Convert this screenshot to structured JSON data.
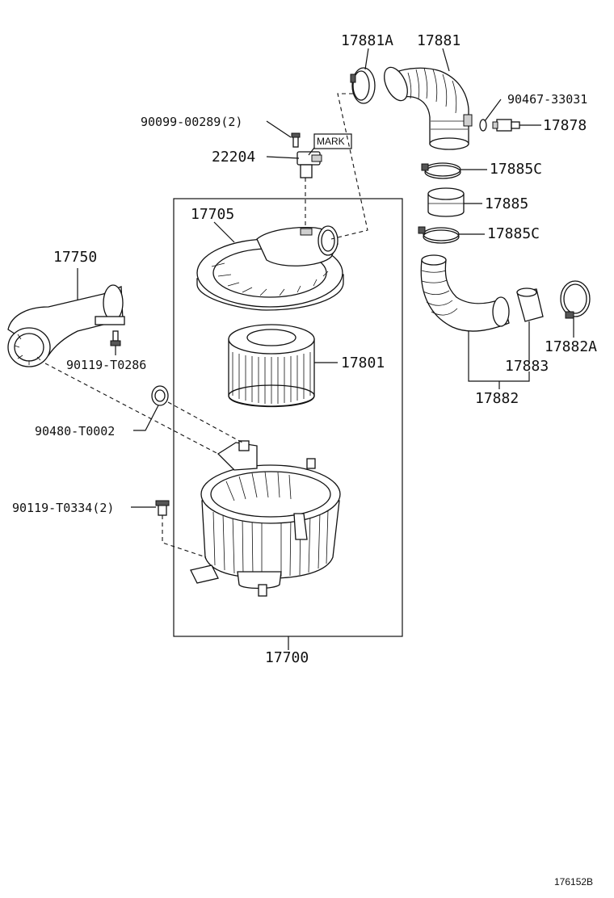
{
  "diagram": {
    "labels": {
      "p17881A": "17881A",
      "p17881": "17881",
      "p90467": "90467-33031",
      "p17878": "17878",
      "p90099": "90099-00289(2)",
      "p22204": "22204",
      "mark": "MARK",
      "p17885C_top": "17885C",
      "p17885": "17885",
      "p17885C_bottom": "17885C",
      "p17705": "17705",
      "p17750": "17750",
      "p90119_t0286": "90119-T0286",
      "p17801": "17801",
      "p17882A": "17882A",
      "p17883": "17883",
      "p17882": "17882",
      "p90480": "90480-T0002",
      "p90119_t0334": "90119-T0334(2)",
      "p17700": "17700",
      "ref_code": "176152B"
    }
  }
}
